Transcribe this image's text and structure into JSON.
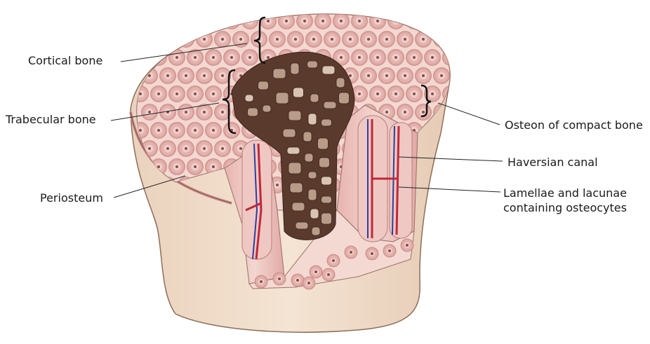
{
  "labels": {
    "cortical": "Cortical bone",
    "trabecular": "Trabecular bone",
    "periosteum": "Periosteum",
    "osteon": "Osteon of compact bone",
    "haversian": "Haversian canal",
    "lamellae_line1": "Lamellae and lacunae",
    "lamellae_line2": "containing osteocytes"
  },
  "colors": {
    "outer_wall": "#f1dfcc",
    "compact_bone": "#f0cfc8",
    "osteon_ring": "#e2a9a5",
    "trabecular_dark": "#5a3a2c",
    "trabecular_light": "#b89b89",
    "vessel_red": "#c0283a",
    "vessel_blue": "#2b3f9e",
    "leader_line": "#222222"
  }
}
